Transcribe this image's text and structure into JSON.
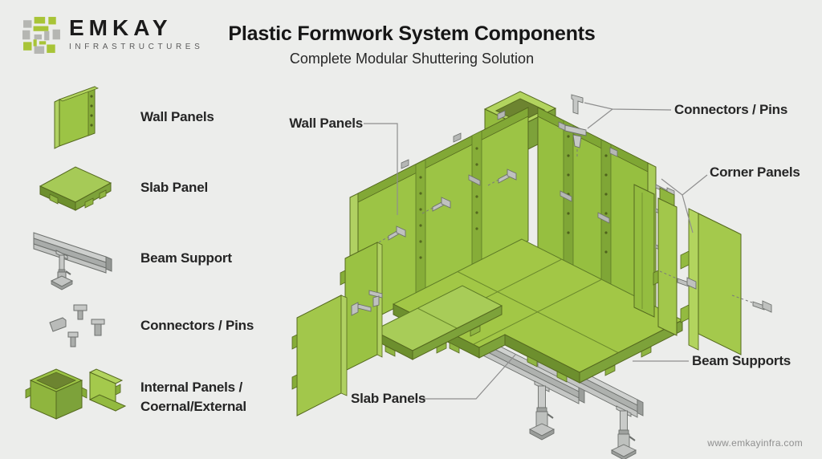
{
  "brand": {
    "name": "EMKAY",
    "tagline": "INFRASTRUCTURES"
  },
  "header": {
    "title": "Plastic Formwork System Components",
    "subtitle": "Complete Modular Shuttering Solution"
  },
  "sidebar": {
    "items": [
      {
        "label": "Wall Panels",
        "icon": "wall-panel-icon"
      },
      {
        "label": "Slab Panel",
        "icon": "slab-panel-icon"
      },
      {
        "label": "Beam Support",
        "icon": "beam-support-icon"
      },
      {
        "label": "Connectors / Pins",
        "icon": "connectors-pins-icon"
      },
      {
        "label": "Internal Panels /",
        "label2": "Coernal/External",
        "icon": "corner-panels-icon"
      }
    ]
  },
  "diagram": {
    "callouts": {
      "wall_panels": "Wall Panels",
      "connectors_pins": "Connectors / Pins",
      "corner_panels": "Corner Panels",
      "slab_panels": "Slab Panels",
      "beam_supports": "Beam Supports"
    }
  },
  "footer": {
    "website": "www.emkayinfra.com"
  },
  "colors": {
    "background": "#ecedeb",
    "panel_green": "#9ec743",
    "panel_green_light": "#b2d45e",
    "panel_green_dark": "#6d8f2e",
    "steel_gray": "#b9bbb9",
    "outline_green": "#55691f",
    "leader_line": "#8e8e8e"
  }
}
